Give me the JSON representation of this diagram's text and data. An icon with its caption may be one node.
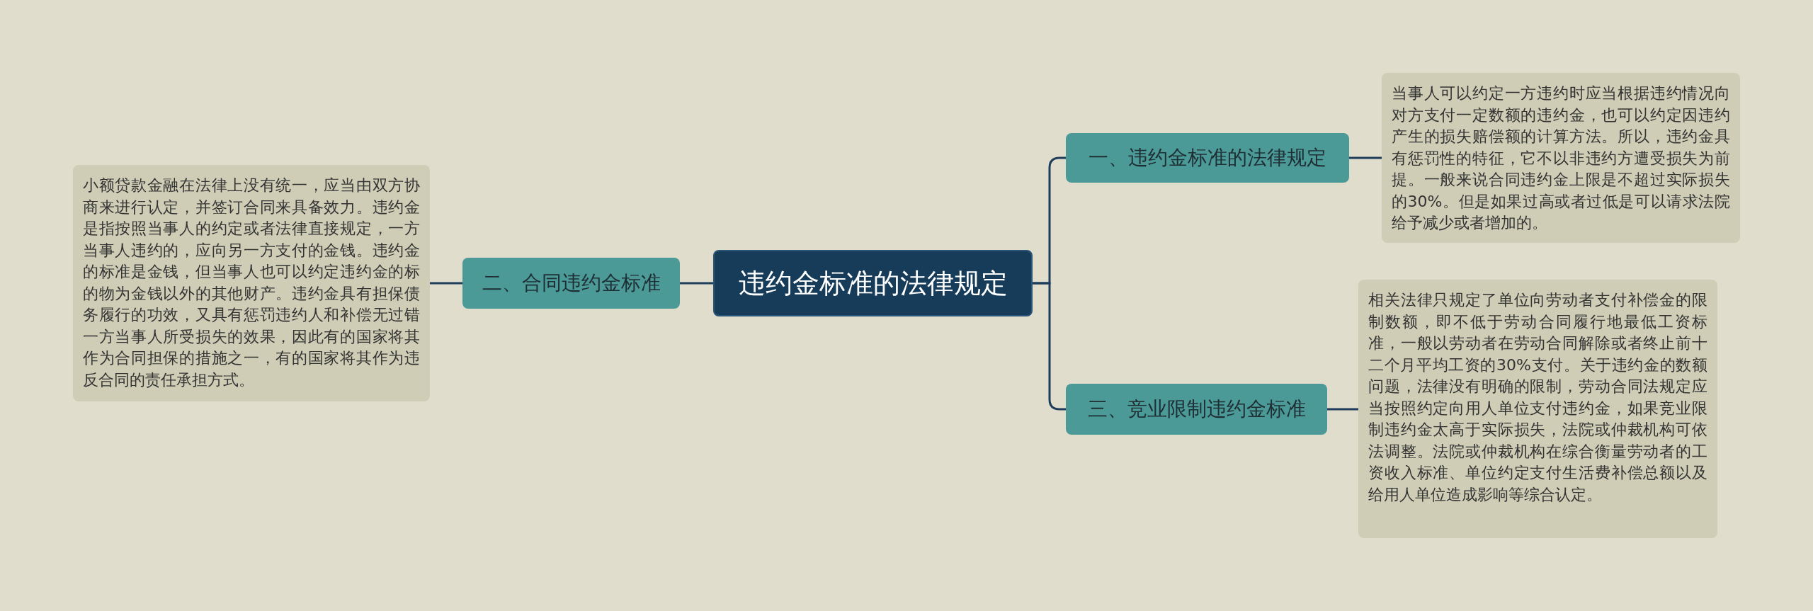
{
  "diagram": {
    "nodes": [
      {
        "text": [
          "违约金标准的法律规定"
        ]
      },
      {
        "text": [
          "一、违约金标准的法律规定"
        ]
      },
      {
        "text": [
          "当事人可以约定一方违约时应当根据违约情况向对方支付一定数额的违约金，也可以约定因违约产生的损失赔偿额的计算方法。所以，违约金具有惩罚性的特征，它不以非违约方遭受损失为前提。一般来说合同违约金上限是不超过实际损失的30%。但是如果过高或者过低是可以请求法院给予减少或者增加的。"
        ]
      },
      {
        "text": [
          "二、合同违约金标准"
        ]
      },
      {
        "text": [
          "小额贷款金融在法律上没有统一，应当由双方协商来进行认定，并签订合同来具备效力。违约金是指按照当事人的约定或者法律直接规定，一方当事人违约的，应向另一方支付的金钱。违约金的标准是金钱，但当事人也可以约定违约金的标的物为金钱以外的其他财产。违约金具有担保债务履行的功效，又具有惩罚违约人和补偿无过错一方当事人所受损失的效果，因此有的国家将其作为合同担保的措施之一，有的国家将其作为违反合同的责任承担方式。"
        ]
      },
      {
        "text": [
          "三、竞业限制违约金标准"
        ]
      },
      {
        "text": [
          "相关法律只规定了单位向劳动者支付补偿金的限制数额，即不低于劳动合同履行地最低工资标准，一般以劳动者在劳动合同解除或者终止前十二个月平均工资的30%支付。关于违约金的数额问题，法律没有明确的限制，劳动合同法规定应当按照约定向用人单位支付违约金，如果竞业限制违约金太高于实际损失，法院或仲裁机构可依法调整。法院或仲裁机构在综合衡量劳动者的工资收入标准、单位约定支付生活费补偿总额以及给用人单位造成影响等综合认定。"
        ]
      }
    ],
    "edges": [
      {
        "from": 0,
        "to": 1,
        "arrow": "none"
      },
      {
        "from": 1,
        "to": 2,
        "arrow": "none"
      },
      {
        "from": 0,
        "to": 3,
        "arrow": "none"
      },
      {
        "from": 3,
        "to": 4,
        "arrow": "none"
      },
      {
        "from": 0,
        "to": 5,
        "arrow": "none"
      },
      {
        "from": 5,
        "to": 6,
        "arrow": "none"
      }
    ]
  }
}
